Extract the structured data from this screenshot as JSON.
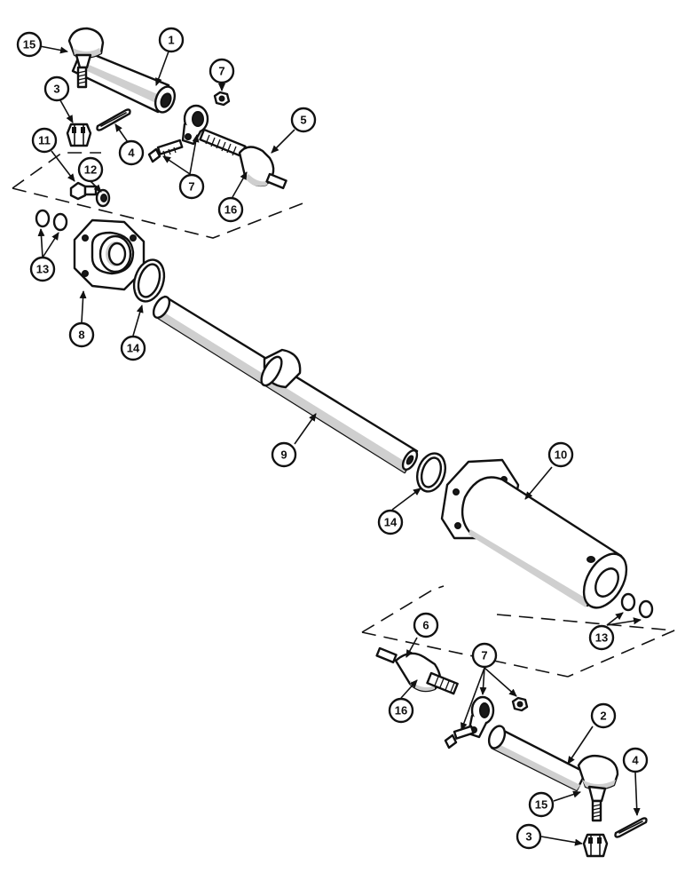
{
  "callouts": [
    {
      "id": "c-15-top",
      "label": "15"
    },
    {
      "id": "c-1",
      "label": "1"
    },
    {
      "id": "c-7-a",
      "label": "7"
    },
    {
      "id": "c-3-top",
      "label": "3"
    },
    {
      "id": "c-5",
      "label": "5"
    },
    {
      "id": "c-4-top",
      "label": "4"
    },
    {
      "id": "c-11",
      "label": "11"
    },
    {
      "id": "c-12",
      "label": "12"
    },
    {
      "id": "c-7-b",
      "label": "7"
    },
    {
      "id": "c-16-top",
      "label": "16"
    },
    {
      "id": "c-13-left",
      "label": "13"
    },
    {
      "id": "c-8",
      "label": "8"
    },
    {
      "id": "c-14-left",
      "label": "14"
    },
    {
      "id": "c-9",
      "label": "9"
    },
    {
      "id": "c-10",
      "label": "10"
    },
    {
      "id": "c-14-right",
      "label": "14"
    },
    {
      "id": "c-13-right",
      "label": "13"
    },
    {
      "id": "c-6",
      "label": "6"
    },
    {
      "id": "c-7-c",
      "label": "7"
    },
    {
      "id": "c-16-bottom",
      "label": "16"
    },
    {
      "id": "c-2",
      "label": "2"
    },
    {
      "id": "c-4-bottom",
      "label": "4"
    },
    {
      "id": "c-15-bottom",
      "label": "15"
    },
    {
      "id": "c-3-bottom",
      "label": "3"
    }
  ]
}
